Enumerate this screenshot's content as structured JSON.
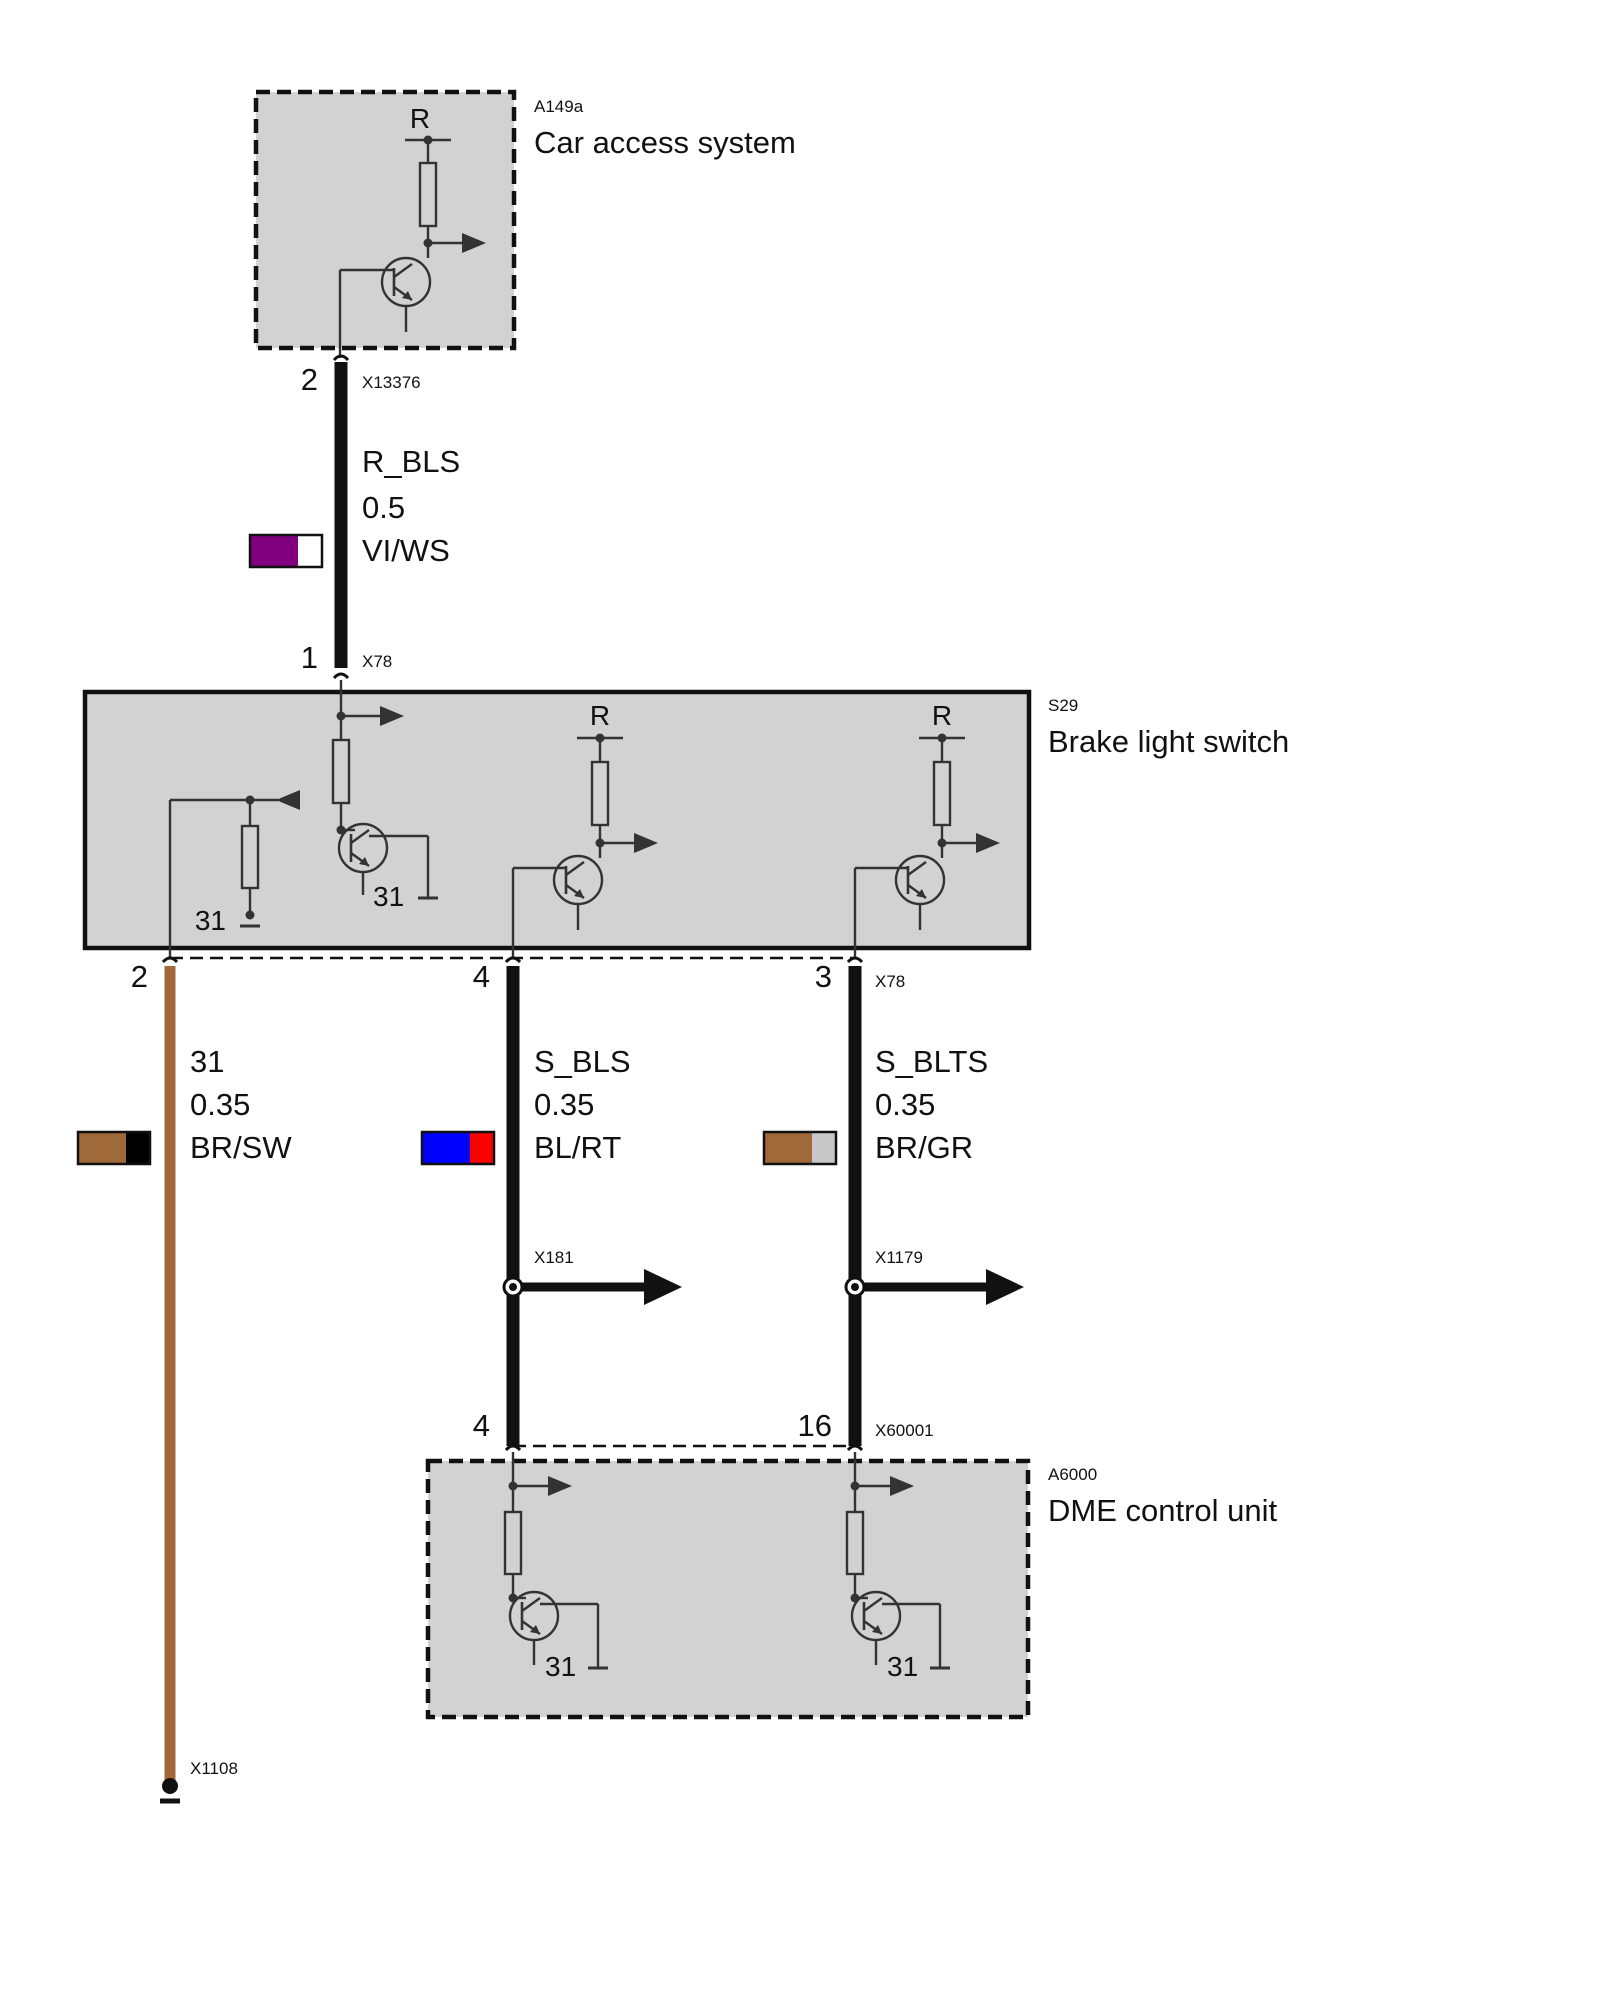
{
  "components": [
    {
      "id": "cas",
      "code": "A149a",
      "name": "Car access system",
      "boundary": "dashed"
    },
    {
      "id": "bls",
      "code": "S29",
      "name": "Brake light switch",
      "boundary": "solid"
    },
    {
      "id": "dme",
      "code": "A6000",
      "name": "DME control unit",
      "boundary": "dashed"
    }
  ],
  "connectors": {
    "cas_out": "X13376",
    "bls_top": "X78",
    "bls_bottom": "X78",
    "branch_s_bls": "X181",
    "branch_s_blts": "X1179",
    "dme_in": "X60001",
    "ground": "X1108"
  },
  "pins": {
    "cas_out": "2",
    "bls_in": "1",
    "bls_ground": "2",
    "bls_s_bls": "4",
    "bls_s_blts": "3",
    "dme_s_bls": "4",
    "dme_s_blts": "16"
  },
  "wires": [
    {
      "id": "r_bls",
      "signal": "R_BLS",
      "size": "0.5",
      "color_code": "VI/WS",
      "colors": [
        "#800080",
        "#ffffff"
      ]
    },
    {
      "id": "gnd",
      "signal": "31",
      "size": "0.35",
      "color_code": "BR/SW",
      "colors": [
        "#a0693a",
        "#000000"
      ]
    },
    {
      "id": "s_bls",
      "signal": "S_BLS",
      "size": "0.35",
      "color_code": "BL/RT",
      "colors": [
        "#0000ff",
        "#ff0000"
      ]
    },
    {
      "id": "s_blts",
      "signal": "S_BLTS",
      "size": "0.35",
      "color_code": "BR/GR",
      "colors": [
        "#a0693a",
        "#c8c8c8"
      ]
    }
  ],
  "symbols": {
    "supply": "R",
    "ground": "31"
  }
}
